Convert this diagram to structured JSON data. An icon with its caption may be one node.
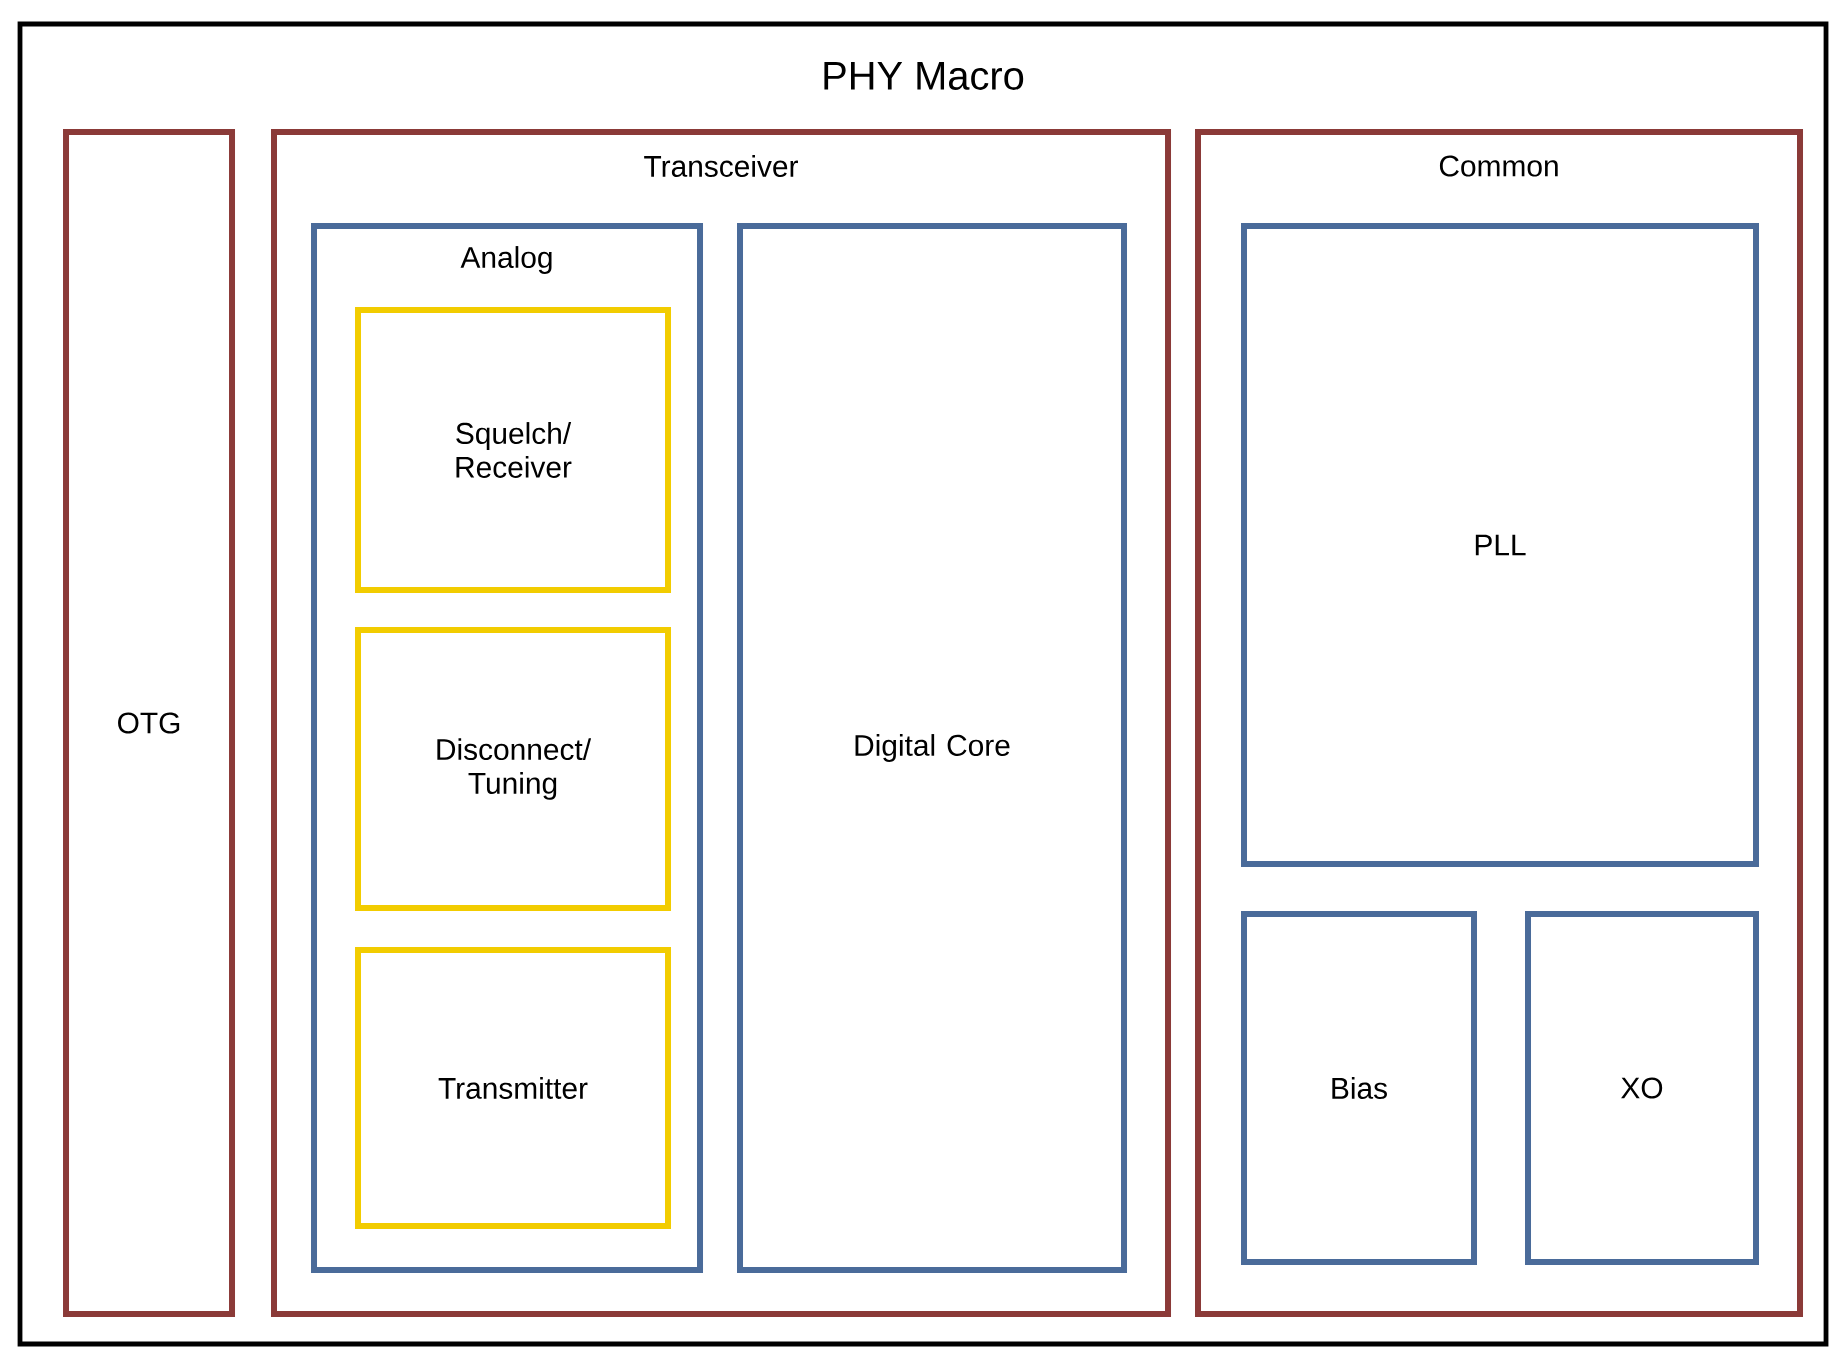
{
  "diagram": {
    "nodes": [
      {
        "text": [
          "PHY Macro"
        ]
      },
      {
        "text": [
          "OTG"
        ],
        "in": 0
      },
      {
        "text": [
          "Transceiver"
        ],
        "in": 0
      },
      {
        "text": [
          "Analog"
        ],
        "in": 2
      },
      {
        "text": [
          "Squelch/ Receiver"
        ],
        "in": 3
      },
      {
        "text": [
          "Disconnect/ Tuning"
        ],
        "in": 3
      },
      {
        "text": [
          "Transmitter"
        ],
        "in": 3
      },
      {
        "text": [
          "Digital Core"
        ],
        "in": 2
      },
      {
        "text": [
          "Common"
        ],
        "in": 0
      },
      {
        "text": [
          "PLL"
        ],
        "in": 8
      },
      {
        "text": [
          "Bias"
        ],
        "in": 8
      },
      {
        "text": [
          "XO"
        ],
        "in": 8
      }
    ]
  }
}
